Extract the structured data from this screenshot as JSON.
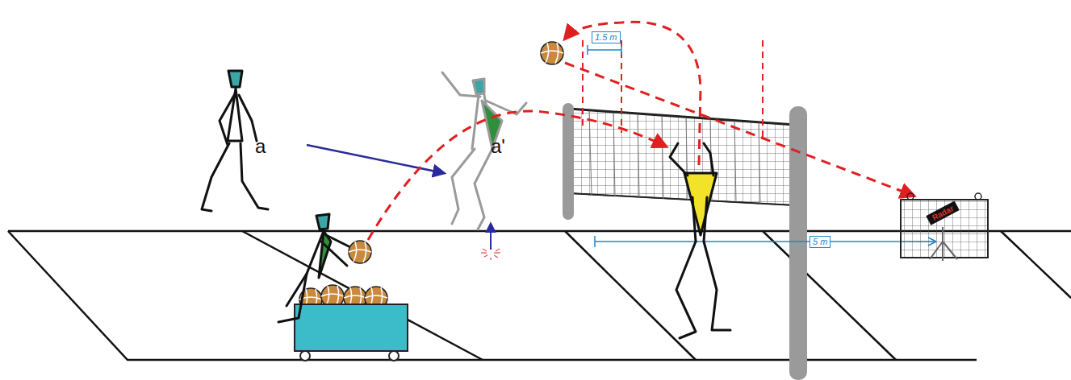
{
  "diagram": {
    "nodes": [
      {
        "text": [
          "Radar"
        ]
      }
    ],
    "labels": [
      "a",
      "a'",
      "1.5 m",
      "5 m"
    ]
  }
}
